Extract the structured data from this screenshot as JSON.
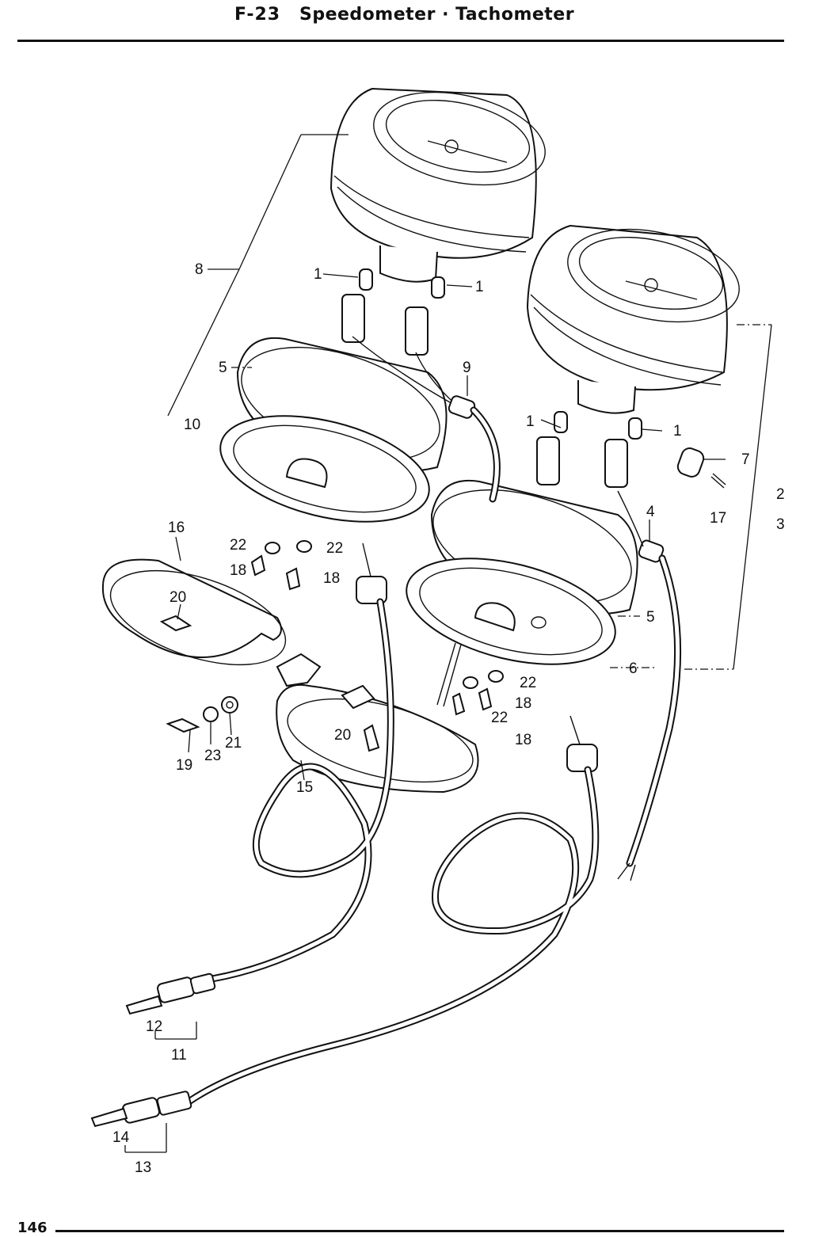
{
  "header": {
    "code": "F-23",
    "title": "Speedometer · Tachometer"
  },
  "footer": {
    "page_number": "146"
  },
  "diagram": {
    "callouts": [
      {
        "id": "c1a",
        "text": "1"
      },
      {
        "id": "c1b",
        "text": "1"
      },
      {
        "id": "c1c",
        "text": "1"
      },
      {
        "id": "c1d",
        "text": "1"
      },
      {
        "id": "c2",
        "text": "2"
      },
      {
        "id": "c3",
        "text": "3"
      },
      {
        "id": "c4",
        "text": "4"
      },
      {
        "id": "c5a",
        "text": "5"
      },
      {
        "id": "c5b",
        "text": "5"
      },
      {
        "id": "c6",
        "text": "6"
      },
      {
        "id": "c7",
        "text": "7"
      },
      {
        "id": "c8",
        "text": "8"
      },
      {
        "id": "c9",
        "text": "9"
      },
      {
        "id": "c10",
        "text": "10"
      },
      {
        "id": "c11",
        "text": "11"
      },
      {
        "id": "c12",
        "text": "12"
      },
      {
        "id": "c13",
        "text": "13"
      },
      {
        "id": "c14",
        "text": "14"
      },
      {
        "id": "c15",
        "text": "15"
      },
      {
        "id": "c16",
        "text": "16"
      },
      {
        "id": "c17",
        "text": "17"
      },
      {
        "id": "c18a",
        "text": "18"
      },
      {
        "id": "c18b",
        "text": "18"
      },
      {
        "id": "c18c",
        "text": "18"
      },
      {
        "id": "c18d",
        "text": "18"
      },
      {
        "id": "c19",
        "text": "19"
      },
      {
        "id": "c20a",
        "text": "20"
      },
      {
        "id": "c20b",
        "text": "20"
      },
      {
        "id": "c21",
        "text": "21"
      },
      {
        "id": "c22a",
        "text": "22"
      },
      {
        "id": "c22b",
        "text": "22"
      },
      {
        "id": "c22c",
        "text": "22"
      },
      {
        "id": "c22d",
        "text": "22"
      },
      {
        "id": "c23",
        "text": "23"
      }
    ]
  }
}
